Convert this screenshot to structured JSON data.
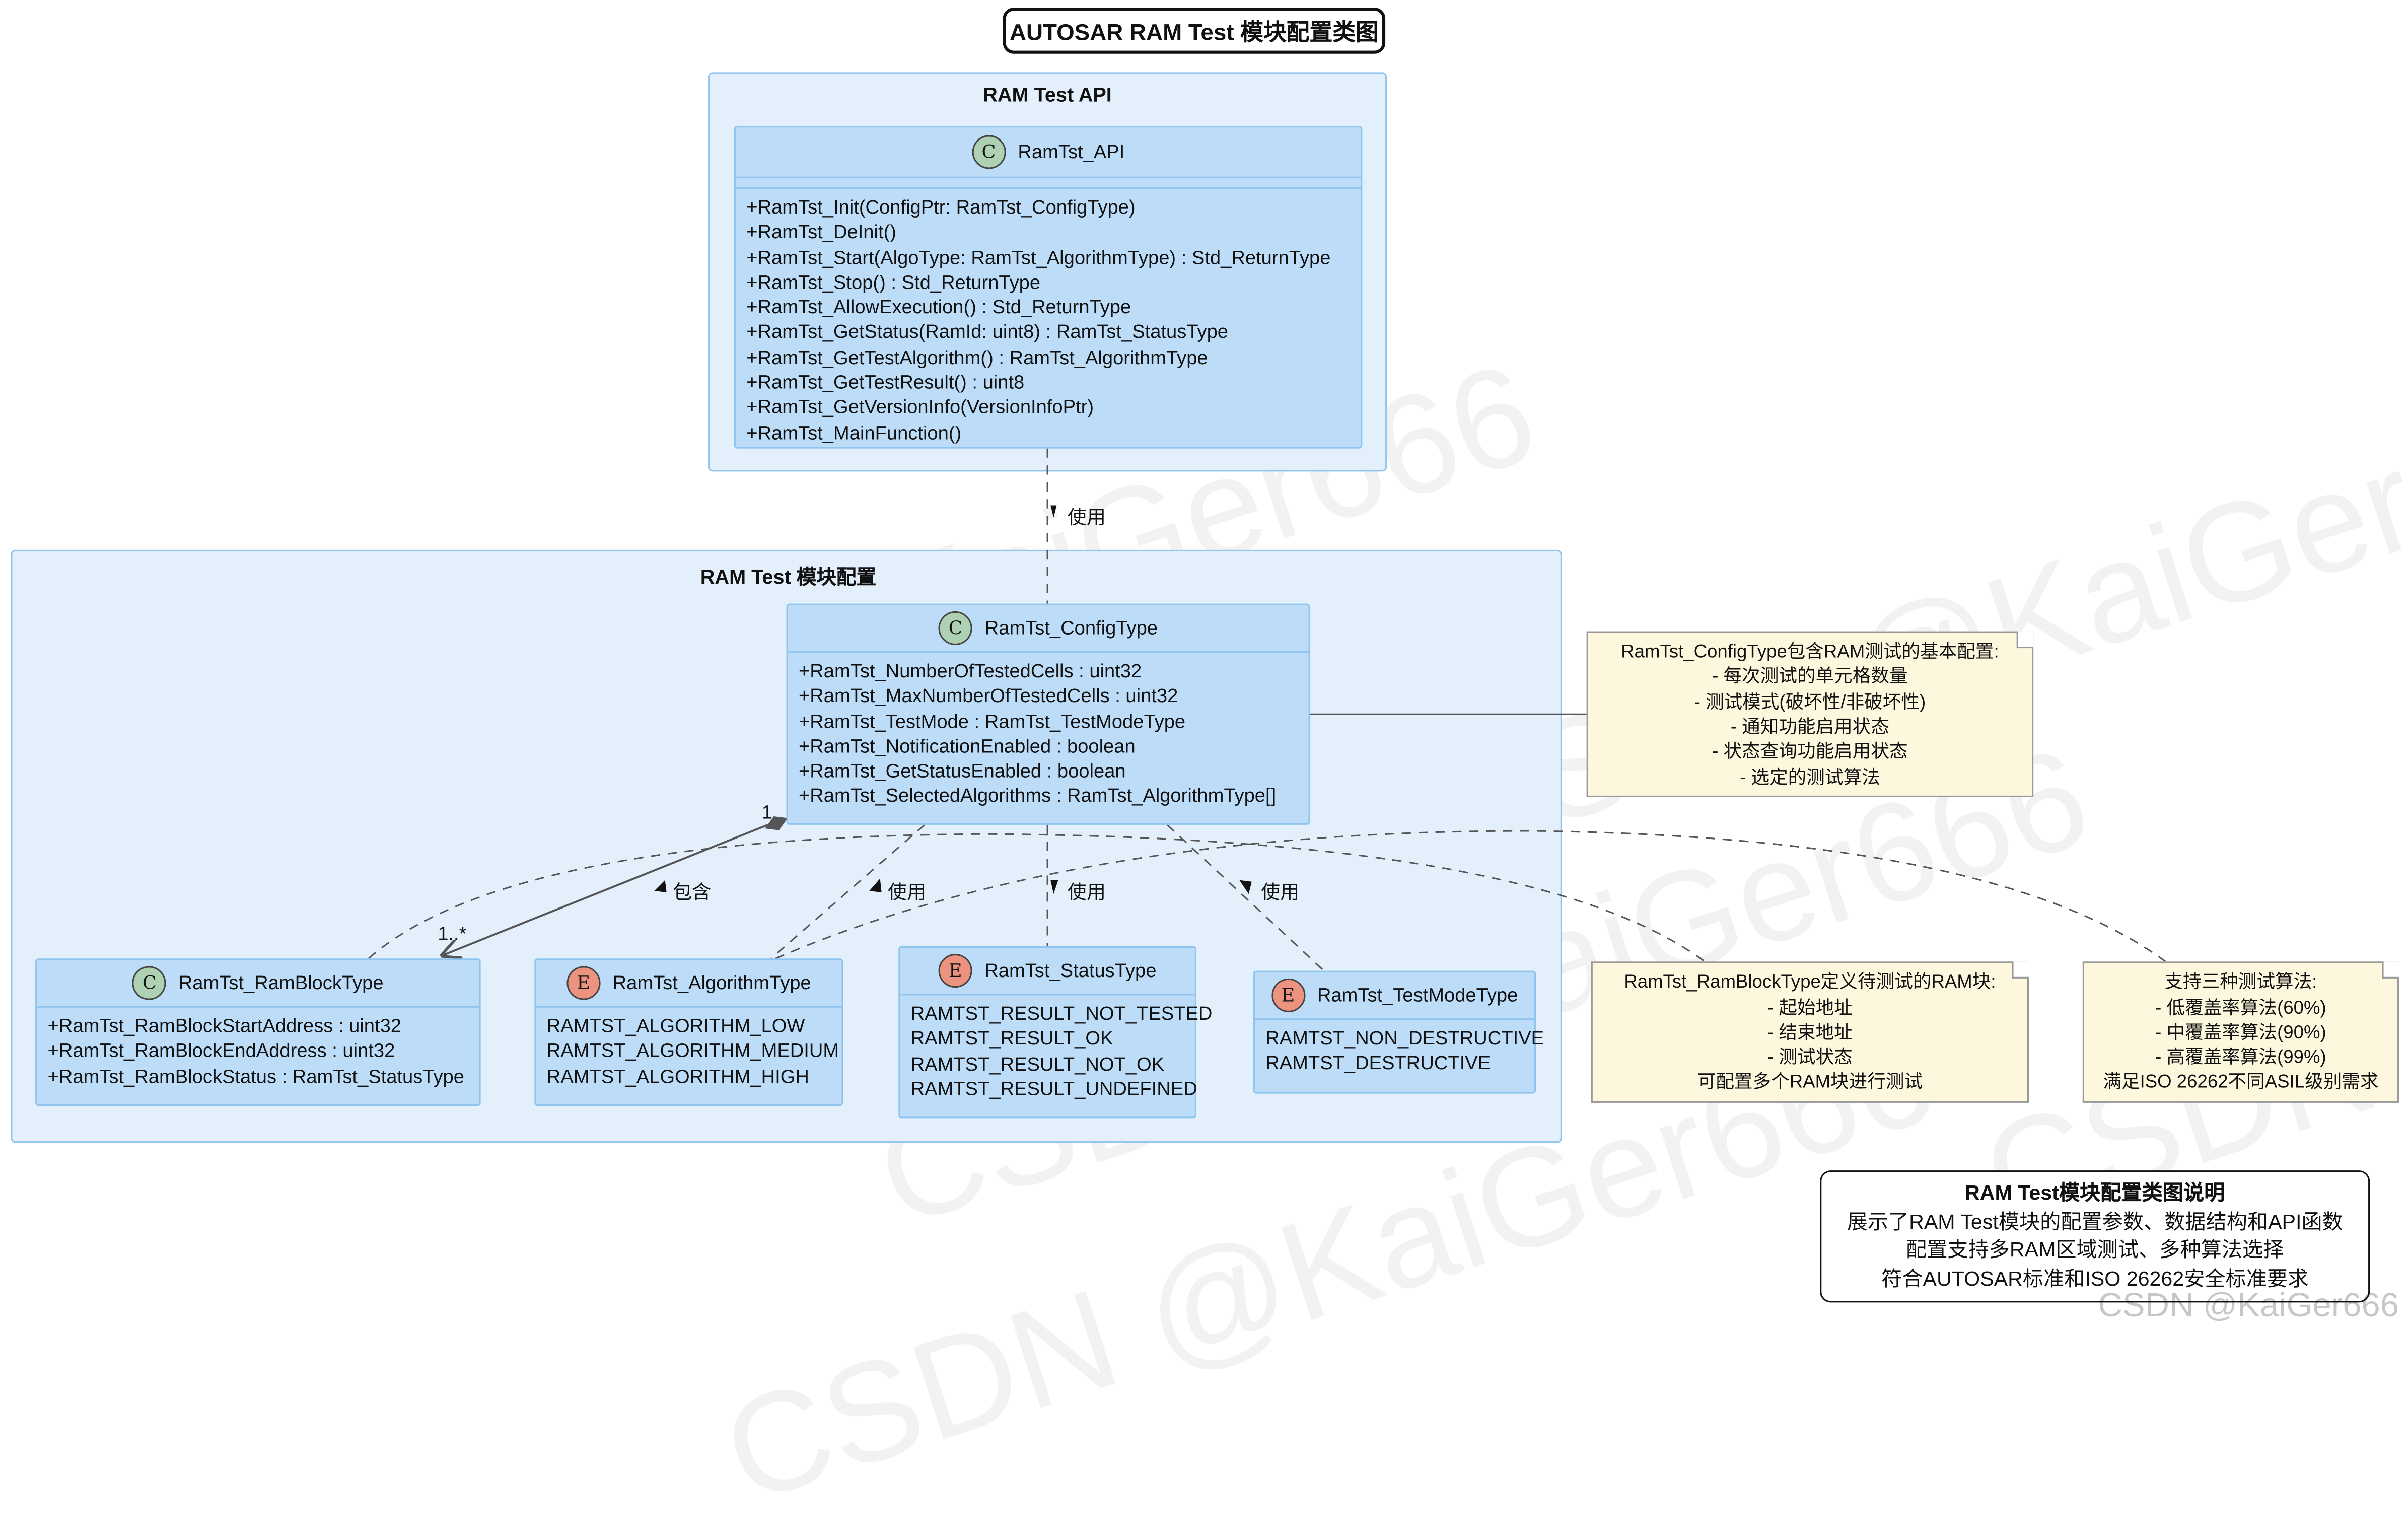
{
  "diagram_title": "AUTOSAR RAM Test 模块配置类图",
  "packages": {
    "api": "RAM Test API",
    "config": "RAM Test 模块配置"
  },
  "classes": {
    "api": {
      "badge": "C",
      "name": "RamTst_API",
      "members": [
        "+RamTst_Init(ConfigPtr: RamTst_ConfigType)",
        "+RamTst_DeInit()",
        "+RamTst_Start(AlgoType: RamTst_AlgorithmType) : Std_ReturnType",
        "+RamTst_Stop() : Std_ReturnType",
        "+RamTst_AllowExecution() : Std_ReturnType",
        "+RamTst_GetStatus(RamId: uint8) : RamTst_StatusType",
        "+RamTst_GetTestAlgorithm() : RamTst_AlgorithmType",
        "+RamTst_GetTestResult() : uint8",
        "+RamTst_GetVersionInfo(VersionInfoPtr)",
        "+RamTst_MainFunction()"
      ]
    },
    "config": {
      "badge": "C",
      "name": "RamTst_ConfigType",
      "members": [
        "+RamTst_NumberOfTestedCells : uint32",
        "+RamTst_MaxNumberOfTestedCells : uint32",
        "+RamTst_TestMode : RamTst_TestModeType",
        "+RamTst_NotificationEnabled : boolean",
        "+RamTst_GetStatusEnabled : boolean",
        "+RamTst_SelectedAlgorithms : RamTst_AlgorithmType[]"
      ]
    },
    "block": {
      "badge": "C",
      "name": "RamTst_RamBlockType",
      "members": [
        "+RamTst_RamBlockStartAddress : uint32",
        "+RamTst_RamBlockEndAddress : uint32",
        "+RamTst_RamBlockStatus : RamTst_StatusType"
      ]
    },
    "algorithm": {
      "badge": "E",
      "name": "RamTst_AlgorithmType",
      "members": [
        "RAMTST_ALGORITHM_LOW",
        "RAMTST_ALGORITHM_MEDIUM",
        "RAMTST_ALGORITHM_HIGH"
      ]
    },
    "status": {
      "badge": "E",
      "name": "RamTst_StatusType",
      "members": [
        "RAMTST_RESULT_NOT_TESTED",
        "RAMTST_RESULT_OK",
        "RAMTST_RESULT_NOT_OK",
        "RAMTST_RESULT_UNDEFINED"
      ]
    },
    "testmode": {
      "badge": "E",
      "name": "RamTst_TestModeType",
      "members": [
        "RAMTST_NON_DESTRUCTIVE",
        "RAMTST_DESTRUCTIVE"
      ]
    }
  },
  "relations": {
    "api_uses": "使用",
    "contains": "包含",
    "uses_algorithm": "使用",
    "uses_status": "使用",
    "uses_testmode": "使用",
    "mult_source": "1",
    "mult_target": "1..*"
  },
  "notes": {
    "config": [
      "RamTst_ConfigType包含RAM测试的基本配置:",
      "- 每次测试的单元格数量",
      "- 测试模式(破坏性/非破坏性)",
      "- 通知功能启用状态",
      "- 状态查询功能启用状态",
      "- 选定的测试算法"
    ],
    "block": [
      "RamTst_RamBlockType定义待测试的RAM块:",
      "- 起始地址",
      "- 结束地址",
      "- 测试状态",
      "可配置多个RAM块进行测试"
    ],
    "algorithm": [
      "支持三种测试算法:",
      "- 低覆盖率算法(60%)",
      "- 中覆盖率算法(90%)",
      "- 高覆盖率算法(99%)",
      "满足ISO 26262不同ASIL级别需求"
    ]
  },
  "legend": {
    "title": "RAM Test模块配置类图说明",
    "lines": [
      "展示了RAM Test模块的配置参数、数据结构和API函数",
      "配置支持多RAM区域测试、多种算法选择",
      "符合AUTOSAR标准和ISO 26262安全标准要求"
    ]
  },
  "watermark": "CSDN @KaiGer666"
}
